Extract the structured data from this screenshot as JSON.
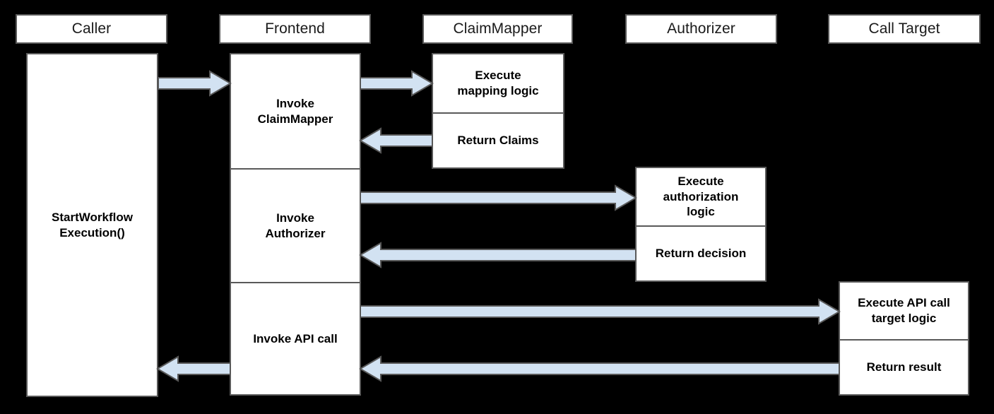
{
  "diagram": {
    "type": "sequence-diagram",
    "title": "",
    "background_color": "#000000",
    "box_fill": "#ffffff",
    "box_border": "#595959",
    "arrow_fill": "#d2e2f2",
    "arrow_border": "#595959"
  },
  "lifelines": [
    {
      "id": "caller",
      "label": "Caller"
    },
    {
      "id": "frontend",
      "label": "Frontend"
    },
    {
      "id": "claimmapper",
      "label": "ClaimMapper"
    },
    {
      "id": "authorizer",
      "label": "Authorizer"
    },
    {
      "id": "calltarget",
      "label": "Call Target"
    }
  ],
  "activations": {
    "caller": [
      {
        "label": "StartWorkflow\nExecution()"
      }
    ],
    "frontend": [
      {
        "label": "Invoke\nClaimMapper"
      },
      {
        "label": "Invoke\nAuthorizer"
      },
      {
        "label": "Invoke API call"
      }
    ],
    "claimmapper": [
      {
        "label": "Execute\nmapping logic"
      },
      {
        "label": "Return Claims"
      }
    ],
    "authorizer": [
      {
        "label": "Execute\nauthorization\nlogic"
      },
      {
        "label": "Return decision"
      }
    ],
    "calltarget": [
      {
        "label": "Execute API call\ntarget logic"
      },
      {
        "label": "Return result"
      }
    ]
  },
  "messages": [
    {
      "id": "m1",
      "from": "caller",
      "to": "frontend",
      "direction": "right",
      "label": ""
    },
    {
      "id": "m2",
      "from": "frontend",
      "to": "claimmapper",
      "direction": "right",
      "label": ""
    },
    {
      "id": "m3",
      "from": "claimmapper",
      "to": "frontend",
      "direction": "left",
      "label": ""
    },
    {
      "id": "m4",
      "from": "frontend",
      "to": "authorizer",
      "direction": "right",
      "label": ""
    },
    {
      "id": "m5",
      "from": "authorizer",
      "to": "frontend",
      "direction": "left",
      "label": ""
    },
    {
      "id": "m6",
      "from": "frontend",
      "to": "calltarget",
      "direction": "right",
      "label": ""
    },
    {
      "id": "m7",
      "from": "calltarget",
      "to": "frontend",
      "direction": "left",
      "label": ""
    },
    {
      "id": "m8",
      "from": "frontend",
      "to": "caller",
      "direction": "left",
      "label": ""
    }
  ]
}
